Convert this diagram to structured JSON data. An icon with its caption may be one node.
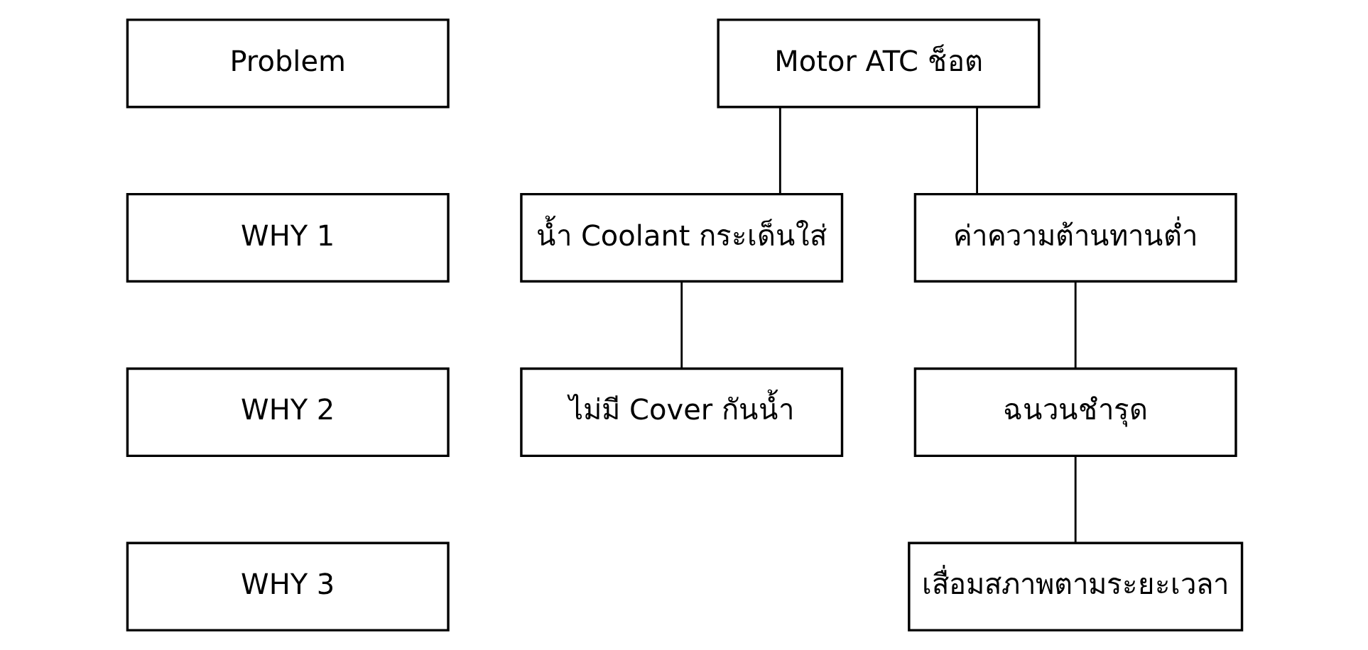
{
  "diagram": {
    "nodes": [
      {
        "text": [
          "Problem"
        ]
      },
      {
        "text": [
          "WHY 1"
        ]
      },
      {
        "text": [
          "WHY 2"
        ]
      },
      {
        "text": [
          "WHY 3"
        ]
      },
      {
        "text": [
          "Motor ATC ช็อต"
        ]
      },
      {
        "text": [
          "น้ำ Coolant กระเด็นใส่"
        ]
      },
      {
        "text": [
          "ค่าความต้านทานต่ำ"
        ]
      },
      {
        "text": [
          "ไม่มี Cover กันน้ำ"
        ]
      },
      {
        "text": [
          "ฉนวนชำรุด"
        ]
      },
      {
        "text": [
          "เสื่อมสภาพตามระยะเวลา"
        ]
      }
    ],
    "edges": [
      {
        "from": 4,
        "to": 5,
        "arrow": "none"
      },
      {
        "from": 4,
        "to": 6,
        "arrow": "none"
      },
      {
        "from": 5,
        "to": 7,
        "arrow": "none"
      },
      {
        "from": 6,
        "to": 8,
        "arrow": "none"
      },
      {
        "from": 8,
        "to": 9,
        "arrow": "none"
      }
    ]
  }
}
